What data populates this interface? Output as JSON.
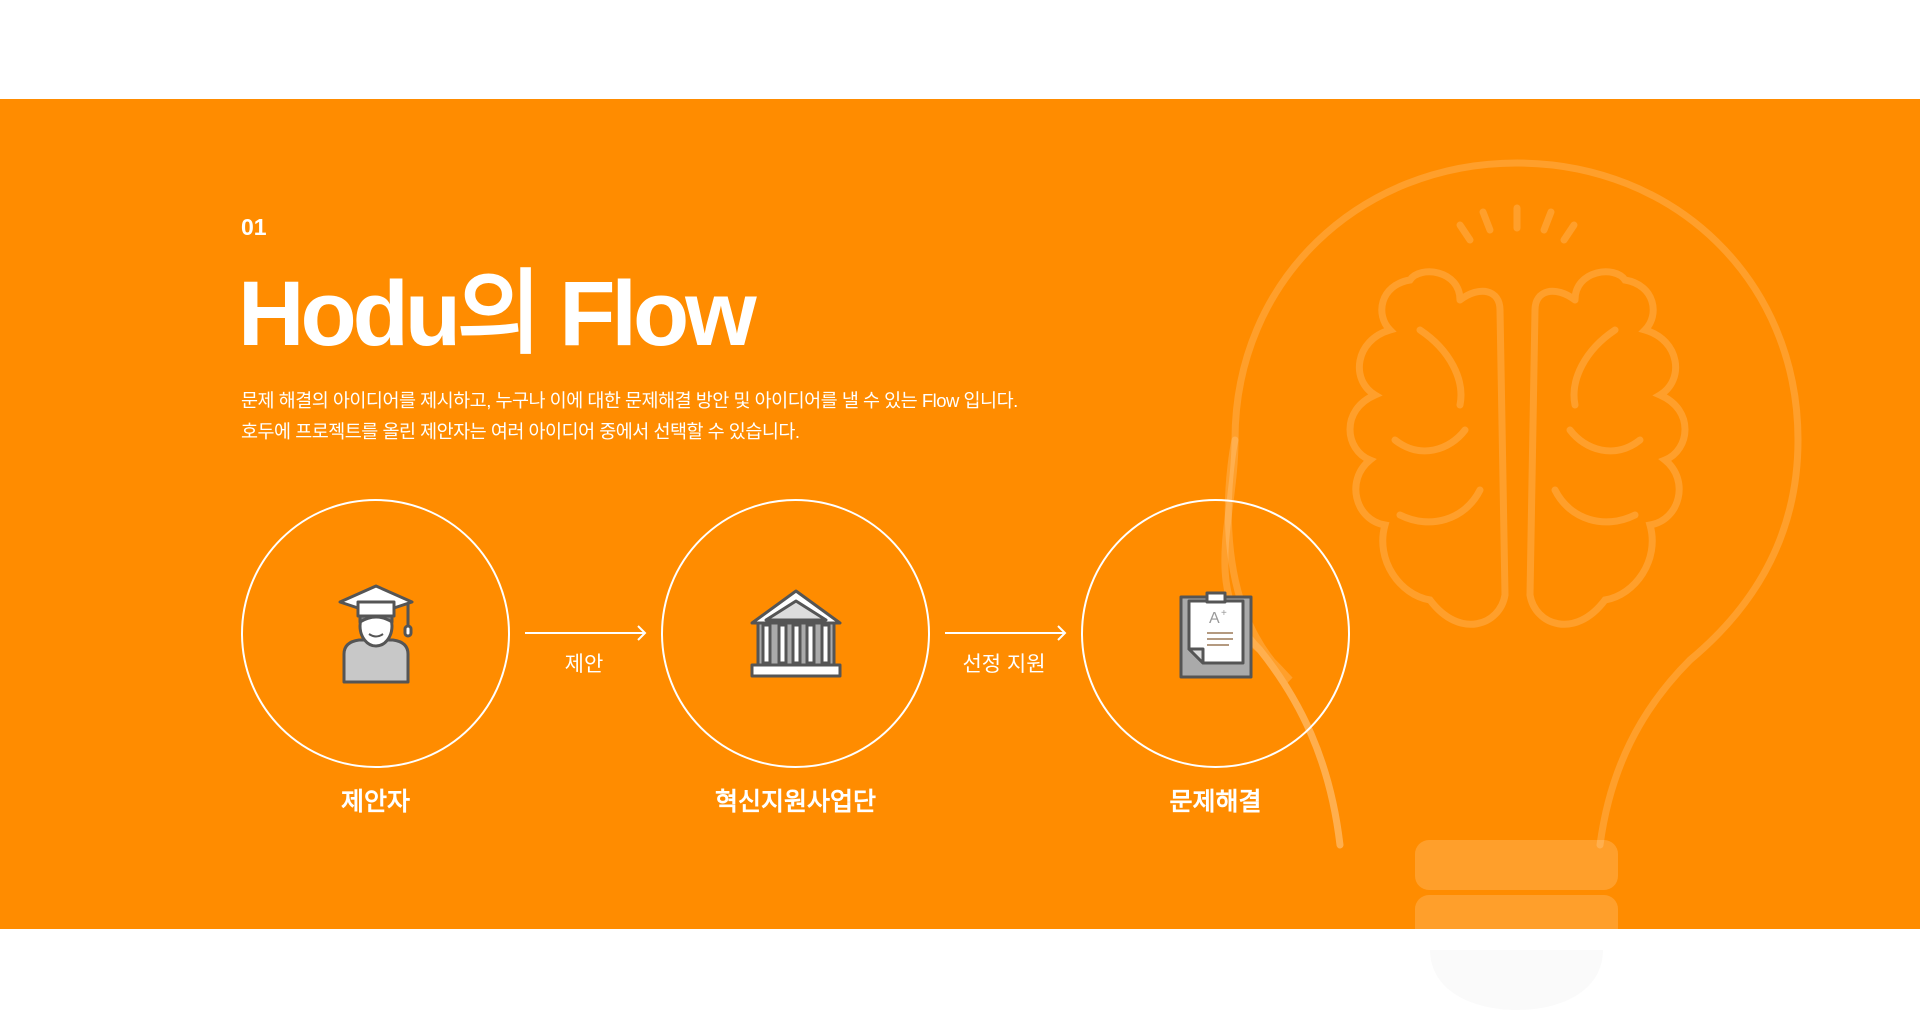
{
  "section_number": "01",
  "title": "Hodu의 Flow",
  "description": [
    "문제 해결의 아이디어를 제시하고, 누구나 이에 대한 문제해결 방안 및 아이디어를 낼 수 있는 Flow 입니다.",
    "호두에 프로젝트를 올린 제안자는 여러 아이디어 중에서 선택할 수 있습니다."
  ],
  "flow": {
    "steps": [
      {
        "label": "제안자",
        "icon": "graduate-icon"
      },
      {
        "label": "혁신지원사업단",
        "icon": "institution-icon"
      },
      {
        "label": "문제해결",
        "icon": "clipboard-grade-icon"
      }
    ],
    "arrows": [
      {
        "label": "제안"
      },
      {
        "label": "선정 지원"
      }
    ]
  },
  "colors": {
    "accent": "#ff8c00",
    "icon_gray": "#555555"
  }
}
